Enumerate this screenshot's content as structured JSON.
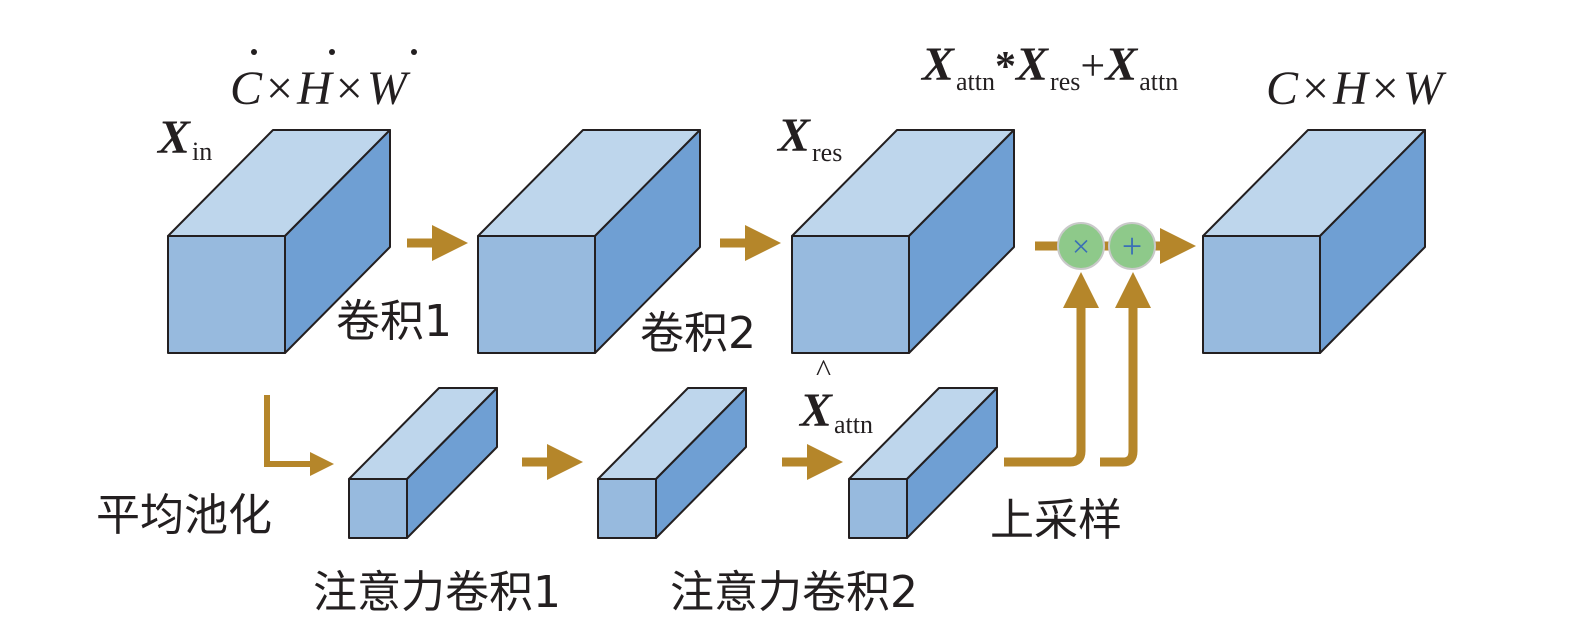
{
  "colors": {
    "box_front": "#97bade",
    "box_top": "#bed6ec",
    "box_side": "#6f9fd3",
    "arrow": "#b5862a",
    "op_circle": "#8ec98a",
    "op_symbol": "#3b6fb6",
    "text": "#231f20"
  },
  "labels": {
    "input_dims": {
      "c": "C",
      "h": "H",
      "w": "W",
      "times": "×"
    },
    "output_dims": {
      "c": "C",
      "h": "H",
      "w": "W",
      "times": "×"
    },
    "x_in": {
      "base": "X",
      "sub": "in"
    },
    "x_res": {
      "base": "X",
      "sub": "res"
    },
    "x_attn_hat": {
      "base": "X",
      "sub": "attn",
      "hat": "^"
    },
    "formula": {
      "x1": "X",
      "s1": "attn",
      "star": "*",
      "x2": "X",
      "s2": "res",
      "plus": "+",
      "x3": "X",
      "s3": "attn"
    },
    "conv1": "卷积1",
    "conv2": "卷积2",
    "avg_pool": "平均池化",
    "attn_conv1": "注意力卷积1",
    "attn_conv2": "注意力卷积2",
    "upsample": "上采样"
  },
  "operators": {
    "multiply": "×",
    "add": "+"
  },
  "icons": [
    "arrow-right-icon",
    "multiply-icon",
    "add-icon"
  ]
}
